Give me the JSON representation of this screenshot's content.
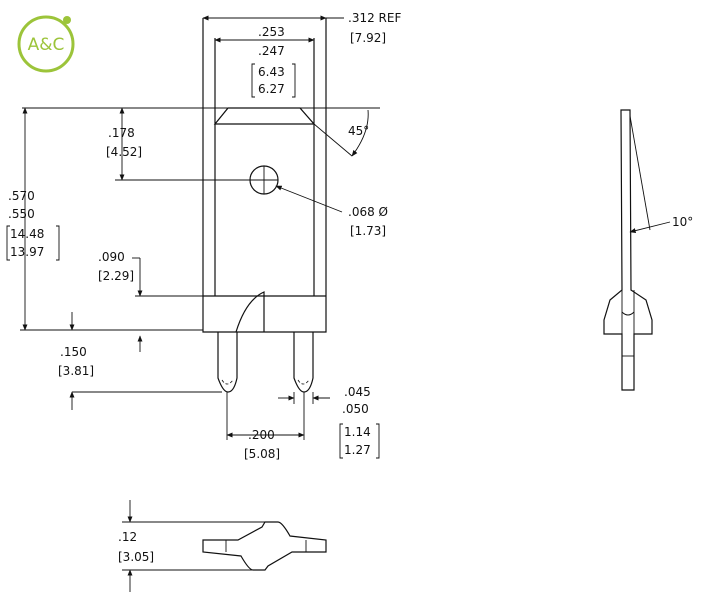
{
  "logo": {
    "text": "A&C",
    "color": "#9cc43a"
  },
  "dimensions": {
    "overall_width": ".312 REF",
    "overall_width_mm": "[7.92]",
    "tab_width_max": ".253",
    "tab_width_min": ".247",
    "tab_width_mm_max": "6.43",
    "tab_width_mm_min": "6.27",
    "hole_offset": ".178",
    "hole_offset_mm": "[4.52]",
    "chamfer_angle": "45°",
    "total_length_max": ".570",
    "total_length_min": ".550",
    "total_length_mm_max": "14.48",
    "total_length_mm_min": "13.97",
    "hole_diameter": ".068  Ø",
    "hole_diameter_mm": "[1.73]",
    "notch_height": ".090",
    "notch_height_mm": "[2.29]",
    "leg_length": ".150",
    "leg_length_mm": "[3.81]",
    "pin_pitch": ".200",
    "pin_pitch_mm": "[5.08]",
    "pin_width_min": ".045",
    "pin_width_max": ".050",
    "pin_width_mm_min": "1.14",
    "pin_width_mm_max": "1.27",
    "side_angle": "10°",
    "offset_height": ".12",
    "offset_height_mm": "[3.05]"
  }
}
